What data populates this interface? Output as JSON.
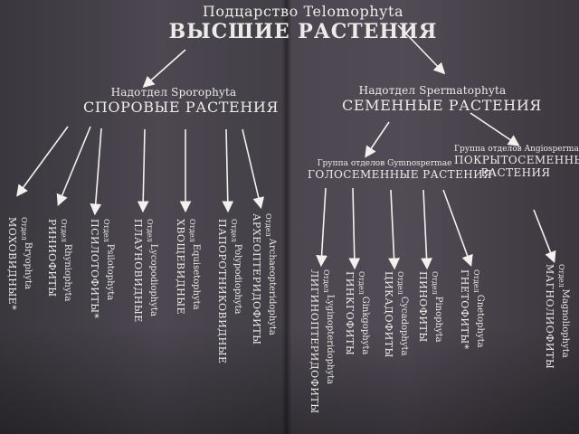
{
  "root": {
    "subkingdom_label": "Подцарство Telomophyta",
    "title": "ВЫСШИЕ РАСТЕНИЯ"
  },
  "left_branch": {
    "label": "Надотдел Sporophyta",
    "title": "СПОРОВЫЕ РАСТЕНИЯ",
    "divisions": [
      {
        "prefix": "Отдел",
        "latin": "Bryophyta",
        "russian": "МОХОВИДНЫЕ*"
      },
      {
        "prefix": "Отдел",
        "latin": "Rhyniophyta",
        "russian": "РИНИОФИТЫ"
      },
      {
        "prefix": "Отдел",
        "latin": "Psilotophyta",
        "russian": "ПСИЛОТОФИТЫ*"
      },
      {
        "prefix": "Отдел",
        "latin": "Lycopodiophyta",
        "russian": "ПЛАУНОВИДНЫЕ"
      },
      {
        "prefix": "Отдел",
        "latin": "Equisetophyta",
        "russian": "ХВОЩЕВИДНЫЕ"
      },
      {
        "prefix": "Отдел",
        "latin": "Polypodiophyta",
        "russian": "ПАПОРОТНИКОВИДНЫЕ"
      },
      {
        "prefix": "Отдел",
        "latin": "Archaeopteridophyta",
        "russian": "АРХЕОПТЕРИДОФИТЫ"
      }
    ]
  },
  "right_branch": {
    "label": "Надотдел Spermatophyta",
    "title": "СЕМЕННЫЕ РАСТЕНИЯ",
    "gymno": {
      "label": "Группа отделов Gymnospermae",
      "title": "ГОЛОСЕМЕННЫЕ РАСТЕНИЯ",
      "divisions": [
        {
          "prefix": "Отдел",
          "latin": "Lyginopteridophyta",
          "russian": "ЛИГИНОПТЕРИДОФИТЫ"
        },
        {
          "prefix": "Отдел",
          "latin": "Ginkgophyta",
          "russian": "ГИНКГОФИТЫ"
        },
        {
          "prefix": "Отдел",
          "latin": "Cycadophyta",
          "russian": "ЦИКАДОФИТЫ"
        },
        {
          "prefix": "Отдел",
          "latin": "Pinophyta",
          "russian": "ПИНОФИТЫ"
        },
        {
          "prefix": "Отдел",
          "latin": "Gnetophyta",
          "russian": "ГНЕТОФИТЫ*"
        }
      ]
    },
    "angio": {
      "label": "Группа отделов Angiospermae",
      "title_line1": "ПОКРЫТОСЕМЕННЫЕ",
      "title_line2": "РАСТЕНИЯ",
      "divisions": [
        {
          "prefix": "Отдел",
          "latin": "Magnoliophyta",
          "russian": "МАГНОЛИОФИТЫ"
        }
      ]
    }
  }
}
